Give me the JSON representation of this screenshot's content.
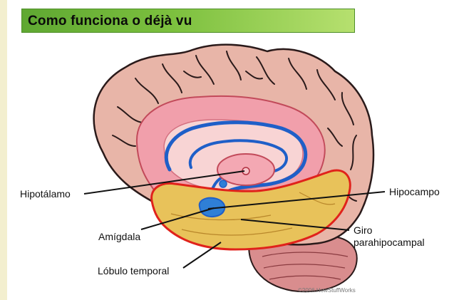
{
  "title": "Como funciona o déjà vu",
  "labels": {
    "hipotalamo": "Hipotálamo",
    "hipocampo": "Hipocampo",
    "amigdala": "Amígdala",
    "giro_line1": "Giro",
    "giro_line2": "parahipocampal",
    "lobulo_temporal": "Lóbulo temporal"
  },
  "copyright": "©2006 HowStuffWorks",
  "colors": {
    "title_bar": "#7cc03e",
    "brain_fill": "#e7b3a7",
    "limbic_fill": "#f2a3ac",
    "hippocampus_stroke": "#1f5fc8",
    "temporal_lobe_fill": "#e8c25a",
    "temporal_lobe_outline": "#e0221b",
    "cerebellum_fill": "#d88c8c"
  }
}
